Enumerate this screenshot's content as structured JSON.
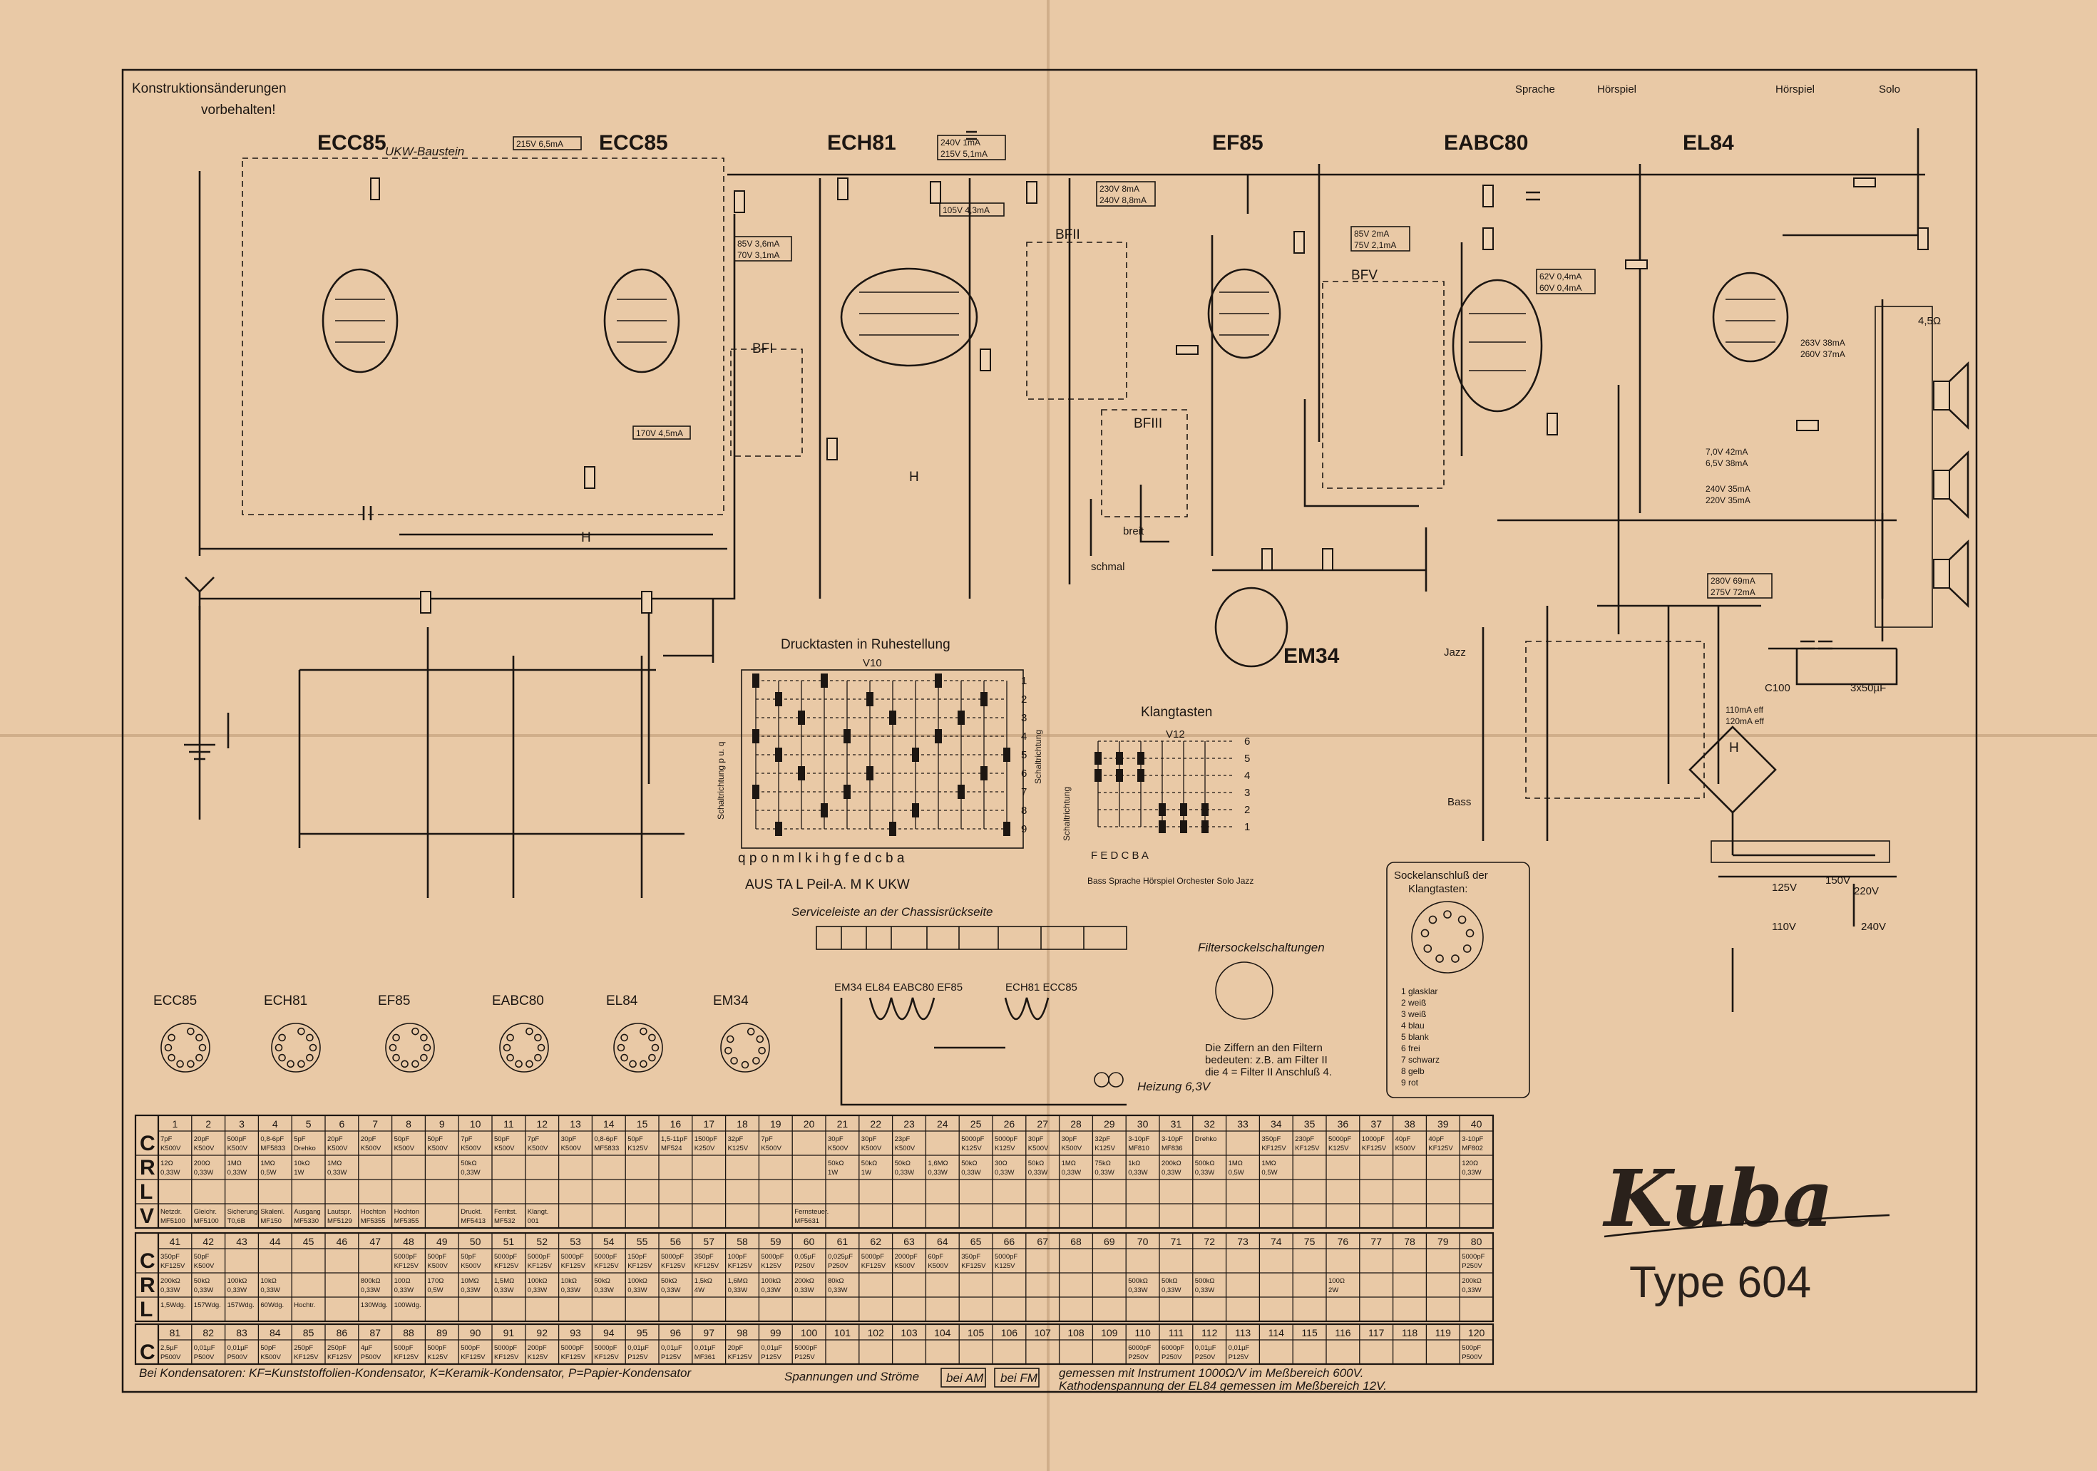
{
  "header": {
    "note_line1": "Konstruktionsänderungen",
    "note_line2": "vorbehalten!"
  },
  "tubes": {
    "ecc85_a": "ECC85",
    "ecc85_b": "ECC85",
    "ech81": "ECH81",
    "ef85": "EF85",
    "eabc80": "EABC80",
    "el84": "EL84",
    "em34": "EM34"
  },
  "labels": {
    "ukw_baustein": "UKW-Baustein",
    "bf1": "BFI",
    "bf2": "BFII",
    "bf3": "BFIII",
    "bf5": "BFV",
    "sprache": "Sprache",
    "hoerspiel_a": "Hörspiel",
    "hoerspiel_b": "Hörspiel",
    "solo": "Solo",
    "breit": "breit",
    "schmal": "schmal",
    "jazz": "Jazz",
    "bass": "Bass",
    "h_a": "H",
    "h_b": "H",
    "h_c": "H",
    "ohm": "4,5Ω",
    "v110": "110V",
    "v125": "125V",
    "v150": "150V",
    "v220": "220V",
    "v240": "240V",
    "c100": "C100",
    "c3x50": "3x50µF",
    "heizung": "Heizung 6,3V",
    "meas_1": "215V 6,5mA",
    "meas_2": "240V 1mA",
    "meas_3": "215V 5,1mA",
    "meas_4": "105V 4,3mA",
    "meas_5": "85V 3,6mA",
    "meas_6": "70V 3,1mA",
    "meas_7": "230V 8mA",
    "meas_8": "240V 8,8mA",
    "meas_9": "85V 2mA",
    "meas_10": "75V 2,1mA",
    "meas_11": "62V 0,4mA",
    "meas_12": "60V 0,4mA",
    "meas_13": "170V 4,5mA",
    "meas_14": "7,0V 42mA",
    "meas_15": "6,5V 38mA",
    "meas_16": "240V 35mA",
    "meas_17": "220V 35mA",
    "meas_18": "263V 38mA",
    "meas_19": "260V 37mA",
    "meas_20": "280V 69mA",
    "meas_21": "275V 72mA",
    "meas_22": "110mA eff",
    "meas_23": "120mA eff"
  },
  "drucktasten": {
    "title": "Drucktasten in Ruhestellung",
    "v10": "V10",
    "schalt_left": "Schaltrichtung p u. q",
    "schalt_right": "Schaltrichtung",
    "bottom_letters": "q p   o n   m l   k i   h g   f e   d c   b a",
    "keys": "AUS  TA   L  Peil-A. M   K  UKW",
    "service": "Serviceleiste an der Chassisrückseite",
    "rownums": [
      "1",
      "2",
      "3",
      "4",
      "5",
      "6",
      "7",
      "8",
      "9"
    ]
  },
  "klangtasten": {
    "title": "Klangtasten",
    "v12": "V12",
    "schalt": "Schaltrichtung",
    "letters": "F  E  D  C  B  A",
    "names": "Bass Sprache Hörspiel Orchester Solo  Jazz",
    "rownums": [
      "6",
      "5",
      "4",
      "3",
      "2",
      "1"
    ]
  },
  "sockel": {
    "title1": "Sockelanschluß der",
    "title2": "Klangtasten:",
    "items": [
      "1  glasklar",
      "2  weiß",
      "3  weiß",
      "4  blau",
      "5  blank",
      "6  frei",
      "7  schwarz",
      "8  gelb",
      "9  rot"
    ]
  },
  "filter": {
    "title": "Filtersockelschaltungen",
    "note1": "Die Ziffern an den Filtern",
    "note2": "bedeuten: z.B. am Filter II",
    "note3": "die 4 = Filter II Anschluß 4."
  },
  "pinouts": [
    "ECC85",
    "ECH81",
    "EF85",
    "EABC80",
    "EL84",
    "EM34"
  ],
  "heater": {
    "tubes1": "EM34 EL84 EABC80 EF85",
    "tubes2": "ECH81 ECC85"
  },
  "table": {
    "row_letters1": [
      "C",
      "R",
      "L",
      "V"
    ],
    "row_letters2": [
      "C",
      "R",
      "L"
    ],
    "row_letters3": [
      "C"
    ],
    "rows": [
      {
        "nums": [
          "1",
          "2",
          "3",
          "4",
          "5",
          "6",
          "7",
          "8",
          "9",
          "10",
          "11",
          "12",
          "13",
          "14",
          "15",
          "16",
          "17",
          "18",
          "19",
          "20",
          "21",
          "22",
          "23",
          "24",
          "25",
          "26",
          "27",
          "28",
          "29",
          "30",
          "31",
          "32",
          "33",
          "34",
          "35",
          "36",
          "37",
          "38",
          "39",
          "40"
        ],
        "C": [
          "7pF K500V",
          "20pF K500V",
          "500pF K500V",
          "0,8-6pF MF5833",
          "5pF Drehko",
          "20pF K500V",
          "20pF K500V",
          "50pF K500V",
          "50pF K500V",
          "7pF K500V",
          "50pF K500V",
          "7pF K500V",
          "30pF K500V",
          "0,8-6pF MF5833",
          "50pF K125V",
          "1,5-11pF MF524",
          "1500pF K250V",
          "32pF K125V",
          "7pF K500V",
          "",
          "30pF K500V",
          "30pF K500V",
          "23pF K500V",
          "",
          "5000pF K125V",
          "5000pF K125V",
          "30pF K500V",
          "30pF K500V",
          "32pF K125V",
          "3-10pF MF810",
          "3-10pF MF836",
          "Drehko",
          "",
          "350pF KF125V",
          "230pF KF125V",
          "5000pF K125V",
          "1000pF KF125V",
          "40pF K500V",
          "40pF KF125V",
          "3-10pF MF802"
        ],
        "R": [
          "12Ω 0,33W",
          "200Ω 0,33W",
          "1MΩ 0,33W",
          "1MΩ 0,5W",
          "10kΩ 1W",
          "1MΩ 0,33W",
          "",
          "",
          "",
          "50kΩ 0,33W",
          "",
          "",
          "",
          "",
          "",
          "",
          "",
          "",
          "",
          "",
          "50kΩ 1W",
          "50kΩ 1W",
          "50kΩ 0,33W",
          "1,6MΩ 0,33W",
          "50kΩ 0,33W",
          "30Ω 0,33W",
          "50kΩ 0,33W",
          "1MΩ 0,33W",
          "75kΩ 0,33W",
          "1kΩ 0,33W",
          "200kΩ 0,33W",
          "500kΩ 0,33W",
          "1MΩ 0,5W",
          "1MΩ 0,5W",
          "",
          "",
          "",
          "",
          "",
          "120Ω 0,33W"
        ],
        "L": [
          "",
          "",
          "",
          "",
          "",
          "",
          "",
          "",
          "",
          "",
          "",
          "",
          "",
          "",
          "",
          "",
          "",
          "",
          "",
          "",
          "",
          "",
          "",
          "",
          "",
          "",
          "",
          "",
          "",
          "",
          "",
          "",
          "",
          "",
          "",
          "",
          "",
          "",
          "",
          ""
        ],
        "V": [
          "Netzdr. MF5100",
          "Gleichr. MF5100",
          "Sicherung T0,6B",
          "Skalenl. MF150",
          "Ausgang MF5330",
          "Lautspr. MF5129",
          "Hochton MF5355",
          "Hochton MF5355",
          "",
          "Druckt. MF5413",
          "Ferritst. MF532",
          "Klangt. 001",
          "",
          "",
          "",
          "",
          "",
          "",
          "",
          "Fernsteuer. MF5631",
          "",
          "",
          "",
          "",
          "",
          "",
          "",
          "",
          "",
          "",
          "",
          "",
          "",
          "",
          "",
          "",
          "",
          "",
          "",
          ""
        ]
      },
      {
        "nums": [
          "41",
          "42",
          "43",
          "44",
          "45",
          "46",
          "47",
          "48",
          "49",
          "50",
          "51",
          "52",
          "53",
          "54",
          "55",
          "56",
          "57",
          "58",
          "59",
          "60",
          "61",
          "62",
          "63",
          "64",
          "65",
          "66",
          "67",
          "68",
          "69",
          "70",
          "71",
          "72",
          "73",
          "74",
          "75",
          "76",
          "77",
          "78",
          "79",
          "80"
        ],
        "C": [
          "350pF KF125V",
          "50pF K500V",
          "",
          "",
          "",
          "",
          "",
          "5000pF KF125V",
          "500pF K500V",
          "50pF K500V",
          "5000pF KF125V",
          "5000pF KF125V",
          "5000pF KF125V",
          "5000pF KF125V",
          "150pF KF125V",
          "5000pF KF125V",
          "350pF KF125V",
          "100pF KF125V",
          "5000pF K125V",
          "0,05µF P250V",
          "0,025µF P250V",
          "5000pF KF125V",
          "2000pF K500V",
          "60pF K500V",
          "350pF KF125V",
          "5000pF K125V",
          "",
          "",
          "",
          "",
          "",
          "",
          "",
          "",
          "",
          "",
          "",
          "",
          "",
          "5000pF P250V"
        ],
        "R": [
          "200kΩ 0,33W",
          "50kΩ 0,33W",
          "100kΩ 0,33W",
          "10kΩ 0,33W",
          "",
          "",
          "800kΩ 0,33W",
          "100Ω 0,33W",
          "170Ω 0,5W",
          "10MΩ 0,33W",
          "1,5MΩ 0,33W",
          "100kΩ 0,33W",
          "10kΩ 0,33W",
          "50kΩ 0,33W",
          "100kΩ 0,33W",
          "50kΩ 0,33W",
          "1,5kΩ 4W",
          "1,6MΩ 0,33W",
          "100kΩ 0,33W",
          "200kΩ 0,33W",
          "80kΩ 0,33W",
          "",
          "",
          "",
          "",
          "",
          "",
          "",
          "",
          "500kΩ 0,33W",
          "50kΩ 0,33W",
          "500kΩ 0,33W",
          "",
          "",
          "",
          "100Ω 2W",
          "",
          "",
          "",
          "200kΩ 0,33W"
        ],
        "L": [
          "1,5Wdg.",
          "157Wdg.",
          "157Wdg.",
          "60Wdg.",
          "Hochtr.",
          "",
          "130Wdg.",
          "100Wdg.",
          "",
          "",
          "",
          "",
          "",
          "",
          "",
          "",
          "",
          "",
          "",
          "",
          "",
          "",
          "",
          "",
          "",
          "",
          "",
          "",
          "",
          "",
          "",
          "",
          "",
          "",
          "",
          "",
          "",
          "",
          "",
          ""
        ]
      },
      {
        "nums": [
          "81",
          "82",
          "83",
          "84",
          "85",
          "86",
          "87",
          "88",
          "89",
          "90",
          "91",
          "92",
          "93",
          "94",
          "95",
          "96",
          "97",
          "98",
          "99",
          "100",
          "101",
          "102",
          "103",
          "104",
          "105",
          "106",
          "107",
          "108",
          "109",
          "110",
          "111",
          "112",
          "113",
          "114",
          "115",
          "116",
          "117",
          "118",
          "119",
          "120"
        ],
        "C": [
          "2,5µF P500V",
          "0,01µF P500V",
          "0,01µF P500V",
          "50pF K500V",
          "250pF KF125V",
          "250pF KF125V",
          "4µF P500V",
          "500pF KF125V",
          "500pF K125V",
          "500pF KF125V",
          "5000pF KF125V",
          "200pF K125V",
          "5000pF KF125V",
          "5000pF KF125V",
          "0,01µF P125V",
          "0,01µF P125V",
          "0,01µF MF361",
          "20pF KF125V",
          "0,01µF P125V",
          "5000pF P125V",
          "",
          "",
          "",
          "",
          "",
          "",
          "",
          "",
          "",
          "6000pF P250V",
          "6000pF P250V",
          "0,01µF P250V",
          "0,01µF P125V",
          "",
          "",
          "",
          "",
          "",
          "",
          "500pF P500V"
        ]
      }
    ]
  },
  "footer": {
    "left": "Bei Kondensatoren: KF=Kunststoffolien-Kondensator, K=Keramik-Kondensator, P=Papier-Kondensator",
    "middle": "Spannungen und Ströme",
    "am": "bei AM",
    "fm": "bei FM",
    "right1": "gemessen mit Instrument 1000Ω/V im Meßbereich 600V.",
    "right2": "Kathodenspannung der EL84 gemessen im Meßbereich 12V."
  },
  "brand": {
    "name": "Kuba",
    "type": "Type 604"
  }
}
